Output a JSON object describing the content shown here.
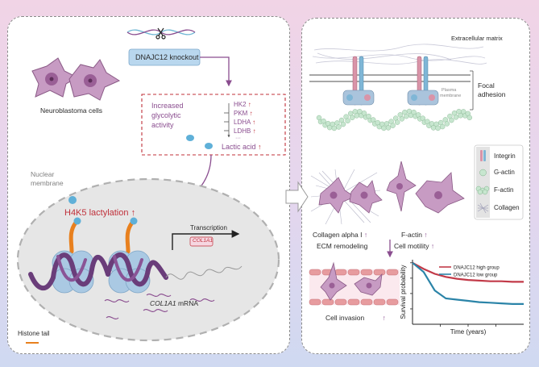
{
  "left": {
    "knockout_label": "DNAJC12 knockout",
    "cells_label": "Neuroblastoma cells",
    "glycolysis_label": [
      "Increased",
      "glycolytic",
      "activity"
    ],
    "enzymes": [
      "HK2",
      "PKM",
      "LDHA",
      "LDHB",
      "···"
    ],
    "lactic_acid": "Lactic acid",
    "nuclear_membrane": [
      "Nuclear",
      "membrane"
    ],
    "h4k5": "H4K5 lactylation",
    "transcription": "Transcription",
    "gene": "COL1A1",
    "mrna_gene": "COL1A1",
    "mrna_suffix": " mRNA",
    "histone_tail": "Histone tail",
    "up_arrow": "↑"
  },
  "right": {
    "extracellular_matrix": "Extracellular matrix",
    "focal_adhesion": [
      "Focal",
      "adhesion"
    ],
    "plasma_membrane": [
      "Plasma",
      "membrane"
    ],
    "legend": [
      {
        "icon": "integrin-icon",
        "label": "Integrin"
      },
      {
        "icon": "g-actin-icon",
        "label": "G-actin"
      },
      {
        "icon": "f-actin-icon",
        "label": "F-actin"
      },
      {
        "icon": "collagen-icon",
        "label": "Collagen"
      }
    ],
    "collagen_alpha": "Collagen alpha I",
    "f_actin": "F-actin",
    "ecm_remodeling": "ECM remodeling",
    "cell_motility": "Cell motility",
    "cell_invasion": "Cell invasion",
    "up_arrow": "↑"
  },
  "colors": {
    "purple": "#8a4d8f",
    "red": "#c0303a",
    "cell": "#c79bc3",
    "histone": "#aac9e3",
    "dna": "#6a3d7a",
    "tail": "#e8801e",
    "lactyl": "#5fb0d8",
    "integrin_pink": "#d994a8",
    "integrin_blue": "#7fb6d6",
    "g_actin": "#c7e6cf",
    "high_group": "#c23a48",
    "low_group": "#2b84a8"
  },
  "chart_data": {
    "type": "line",
    "title": "",
    "xlabel": "Time (years)",
    "ylabel": "Survival probability",
    "x": [
      0,
      1,
      2,
      3,
      4,
      5,
      6,
      7,
      8,
      9,
      10
    ],
    "series": [
      {
        "name": "DNAJC12 high group",
        "values": [
          1.0,
          0.9,
          0.82,
          0.77,
          0.74,
          0.72,
          0.71,
          0.7,
          0.7,
          0.69,
          0.69
        ]
      },
      {
        "name": "DNAJC12 low group",
        "values": [
          1.0,
          0.85,
          0.55,
          0.42,
          0.4,
          0.38,
          0.36,
          0.35,
          0.34,
          0.33,
          0.33
        ]
      }
    ],
    "ylim": [
      0,
      1.05
    ],
    "xlim": [
      0,
      10
    ],
    "legend_position": "top-right",
    "grid": false
  }
}
